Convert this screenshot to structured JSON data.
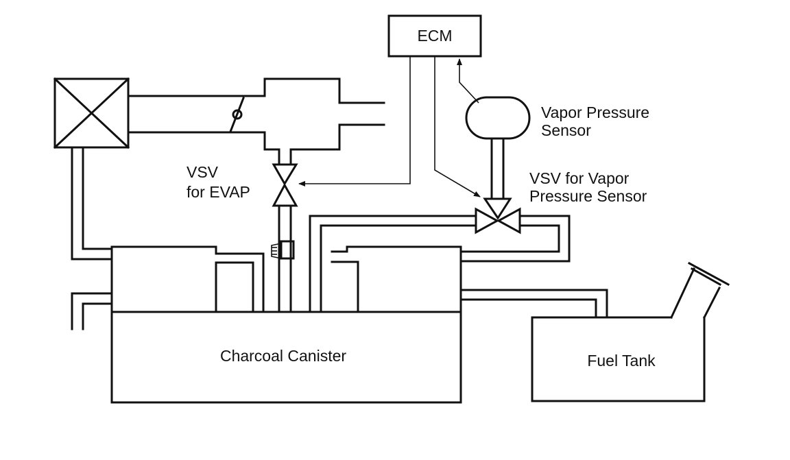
{
  "labels": {
    "ecm": "ECM",
    "vapor_pressure_sensor": [
      "Vapor Pressure",
      "Sensor"
    ],
    "vsv_for_evap": [
      "VSV",
      "for EVAP"
    ],
    "vsv_for_vapor_pressure_sensor": [
      "VSV for Vapor",
      "Pressure Sensor"
    ],
    "charcoal_canister": "Charcoal Canister",
    "fuel_tank": "Fuel Tank"
  },
  "colors": {
    "ink": "#111111",
    "background": "#ffffff"
  }
}
